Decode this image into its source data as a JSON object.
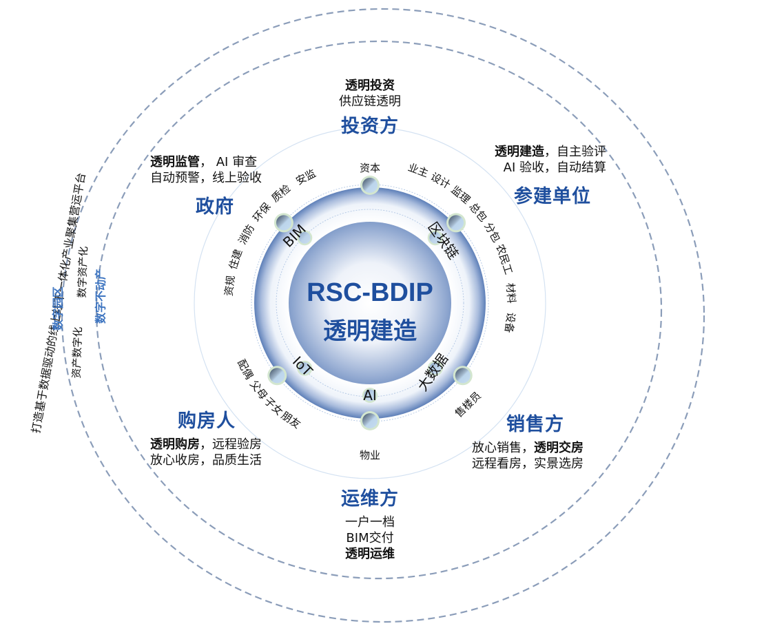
{
  "core": {
    "line1": "RSC-BDIP",
    "line2": "透明建造"
  },
  "technologies": [
    {
      "label": "BIM",
      "angle": -45
    },
    {
      "label": "区块链",
      "angle": 45
    },
    {
      "label": "大数据",
      "angle": 135
    },
    {
      "label": "AI",
      "angle": 180
    },
    {
      "label": "IoT",
      "angle": -135
    }
  ],
  "ring_nodes": [
    {
      "angle": 0
    },
    {
      "angle": 47
    },
    {
      "angle": 128
    },
    {
      "angle": 180
    },
    {
      "angle": -128
    },
    {
      "angle": -47
    }
  ],
  "stakeholder_ring_text": [
    {
      "text": "资本",
      "angle": 0
    },
    {
      "text": "业主",
      "angle": 20
    },
    {
      "text": "设计",
      "angle": 30
    },
    {
      "text": "监理",
      "angle": 40
    },
    {
      "text": "总包",
      "angle": 50
    },
    {
      "text": "分包",
      "angle": 60
    },
    {
      "text": "农民工",
      "angle": 72
    },
    {
      "text": "材料",
      "angle": 86
    },
    {
      "text": "设备",
      "angle": 98
    },
    {
      "text": "售楼员",
      "angle": 136
    },
    {
      "text": "物业",
      "angle": 180
    },
    {
      "text": "朋友",
      "angle": -146
    },
    {
      "text": "子女",
      "angle": -137
    },
    {
      "text": "父母",
      "angle": -128
    },
    {
      "text": "配偶",
      "angle": -118
    },
    {
      "text": "资规",
      "angle": -83
    },
    {
      "text": "住建",
      "angle": -72
    },
    {
      "text": "消防",
      "angle": -61
    },
    {
      "text": "环保",
      "angle": -50
    },
    {
      "text": "质检",
      "angle": -39
    },
    {
      "text": "安监",
      "angle": -27
    }
  ],
  "parties": {
    "investor": {
      "name": "投资方",
      "lines": [
        [
          {
            "t": "透明投资",
            "b": true
          }
        ],
        [
          {
            "t": "供应链透明",
            "b": false
          }
        ]
      ]
    },
    "builder": {
      "name": "参建单位",
      "lines": [
        [
          {
            "t": "透明建造",
            "b": true
          },
          {
            "t": "，自主验评",
            "b": false
          }
        ],
        [
          {
            "t": "AI 验收，自动结算",
            "b": false
          }
        ]
      ]
    },
    "government": {
      "name": "政府",
      "lines": [
        [
          {
            "t": "透明监管",
            "b": true
          },
          {
            "t": "， AI 审查",
            "b": false
          }
        ],
        [
          {
            "t": "自动预警，线上验收",
            "b": false
          }
        ]
      ]
    },
    "seller": {
      "name": "销售方",
      "lines": [
        [
          {
            "t": "放心销售，",
            "b": false
          },
          {
            "t": "透明交房",
            "b": true
          }
        ],
        [
          {
            "t": "远程看房，实景选房",
            "b": false
          }
        ]
      ]
    },
    "buyer": {
      "name": "购房人",
      "lines": [
        [
          {
            "t": "透明购房",
            "b": true
          },
          {
            "t": "，远程验房",
            "b": false
          }
        ],
        [
          {
            "t": "放心收房，品质生活",
            "b": false
          }
        ]
      ]
    },
    "operator": {
      "name": "运维方",
      "lines": [
        [
          {
            "t": "一户一档",
            "b": false
          }
        ],
        [
          {
            "t": "BIM交付",
            "b": false
          }
        ],
        [
          {
            "t": "透明运维",
            "b": true
          }
        ]
      ]
    }
  },
  "outer_arcs": {
    "platform_text": "打造基于数据驱动的线上线下一体化产业聚集营运平台",
    "digital_park": "数字园区",
    "asset_digitization": "资产数字化",
    "digital_assetization": "数字资产化",
    "digital_real_estate": "数字不动产"
  },
  "colors": {
    "brand_blue": "#1f4f9e",
    "light_blue_text": "#3d74c0",
    "dash": "#8b9db9",
    "ring_blue": "#6f8fc0",
    "node_green": "#d3e6cf",
    "node_fill": "#b9d3ea"
  }
}
